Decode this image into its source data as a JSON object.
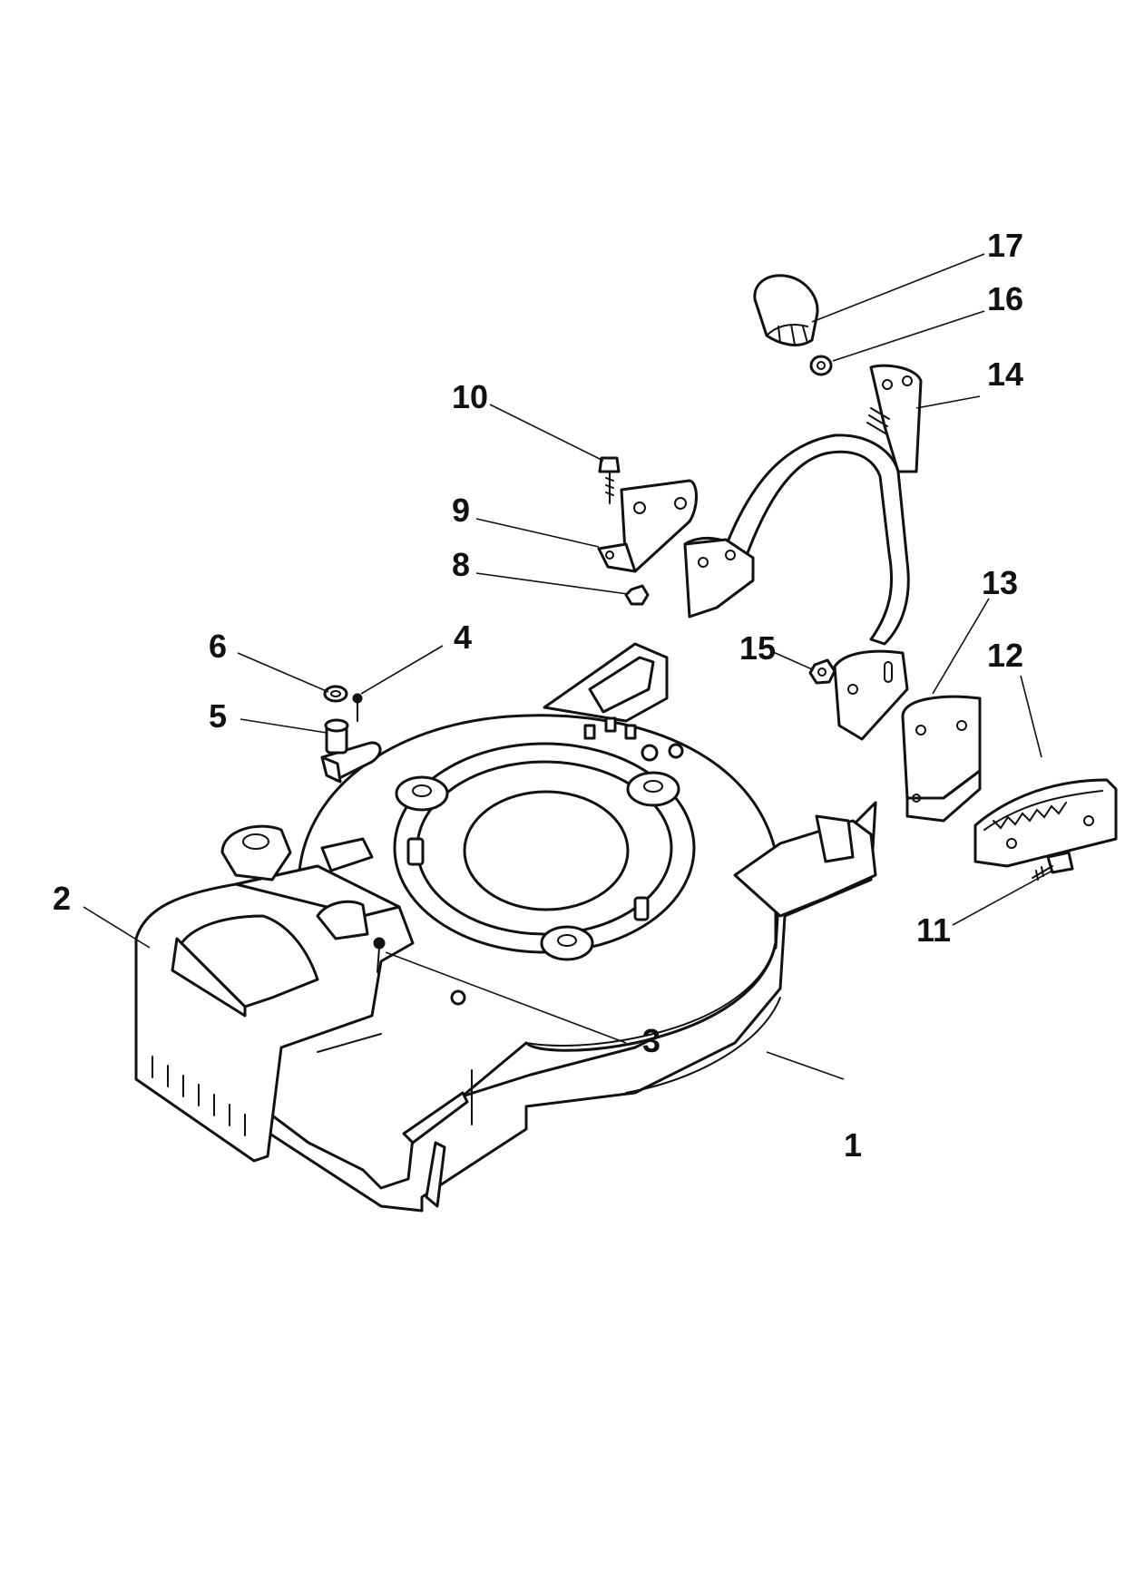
{
  "labels": {
    "p1": "1",
    "p2": "2",
    "p3": "3",
    "p4": "4",
    "p5": "5",
    "p6": "6",
    "p8": "8",
    "p9": "9",
    "p10": "10",
    "p11": "11",
    "p12": "12",
    "p13": "13",
    "p14": "14",
    "p15": "15",
    "p16": "16",
    "p17": "17"
  }
}
